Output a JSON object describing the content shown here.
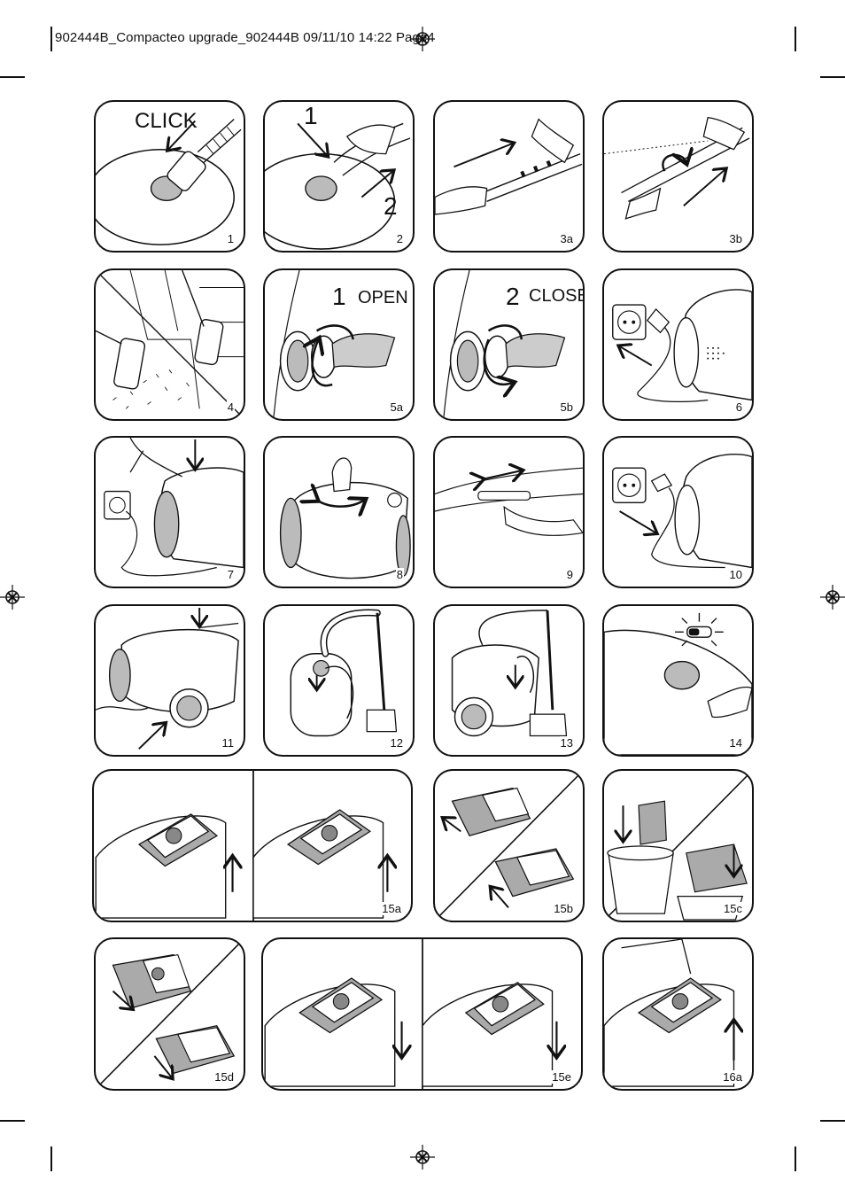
{
  "header": {
    "slug": "902444B_Compacteo upgrade_902444B  09/11/10  14:22  Page4"
  },
  "panels": {
    "p1": {
      "label": "1",
      "caption": "CLICK"
    },
    "p2": {
      "label": "2",
      "step_a": "1",
      "step_b": "2"
    },
    "p3a": {
      "label": "3a"
    },
    "p3b": {
      "label": "3b"
    },
    "p4": {
      "label": "4"
    },
    "p5a": {
      "label": "5a",
      "step": "1",
      "caption": "OPEN"
    },
    "p5b": {
      "label": "5b",
      "step": "2",
      "caption": "CLOSE"
    },
    "p6": {
      "label": "6"
    },
    "p7": {
      "label": "7"
    },
    "p8": {
      "label": "8"
    },
    "p9": {
      "label": "9"
    },
    "p10": {
      "label": "10"
    },
    "p11": {
      "label": "11"
    },
    "p12": {
      "label": "12"
    },
    "p13": {
      "label": "13"
    },
    "p14": {
      "label": "14"
    },
    "p15a": {
      "label": "15a"
    },
    "p15b": {
      "label": "15b"
    },
    "p15c": {
      "label": "15c"
    },
    "p15d": {
      "label": "15d"
    },
    "p15e": {
      "label": "15e"
    },
    "p16a": {
      "label": "16a"
    }
  },
  "icons": [
    "registration-mark-icon",
    "arrow-icon",
    "crop-mark-icon"
  ]
}
